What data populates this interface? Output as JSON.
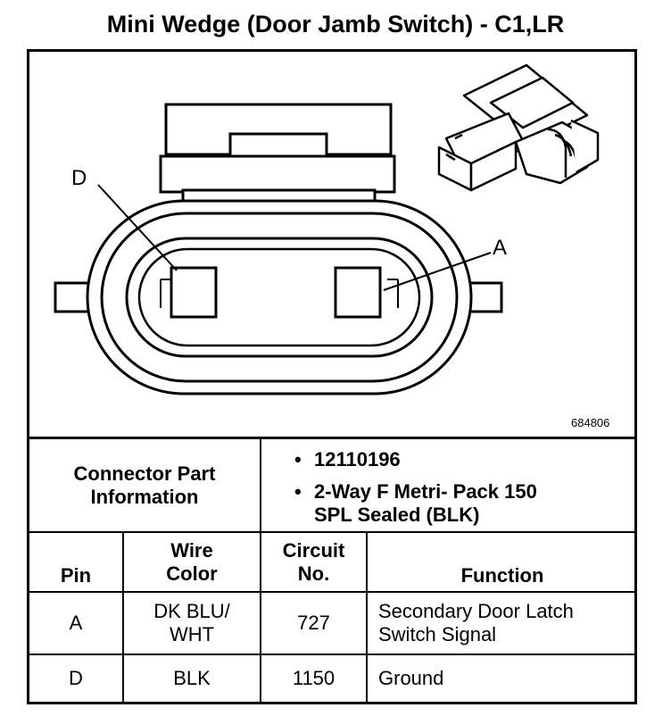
{
  "title": "Mini Wedge (Door Jamb Switch) - C1,LR",
  "figure_number": "684806",
  "labels": {
    "pin_d": "D",
    "pin_a": "A"
  },
  "connector_info": {
    "heading_line1": "Connector Part",
    "heading_line2": "Information",
    "bullet_symbol": "•",
    "part_number": "12110196",
    "description_line1": "2-Way F Metri- Pack 150",
    "description_line2": "SPL Sealed (BLK)"
  },
  "table": {
    "headers": {
      "pin": "Pin",
      "wire_line1": "Wire",
      "wire_line2": "Color",
      "circuit_line1": "Circuit",
      "circuit_line2": "No.",
      "function": "Function"
    },
    "rows": [
      {
        "pin": "A",
        "wire_line1": "DK BLU/",
        "wire_line2": "WHT",
        "circuit": "727",
        "function_line1": "Secondary Door Latch",
        "function_line2": "Switch Signal"
      },
      {
        "pin": "D",
        "wire_line1": "BLK",
        "wire_line2": "",
        "circuit": "1150",
        "function_line1": "Ground",
        "function_line2": ""
      }
    ]
  }
}
